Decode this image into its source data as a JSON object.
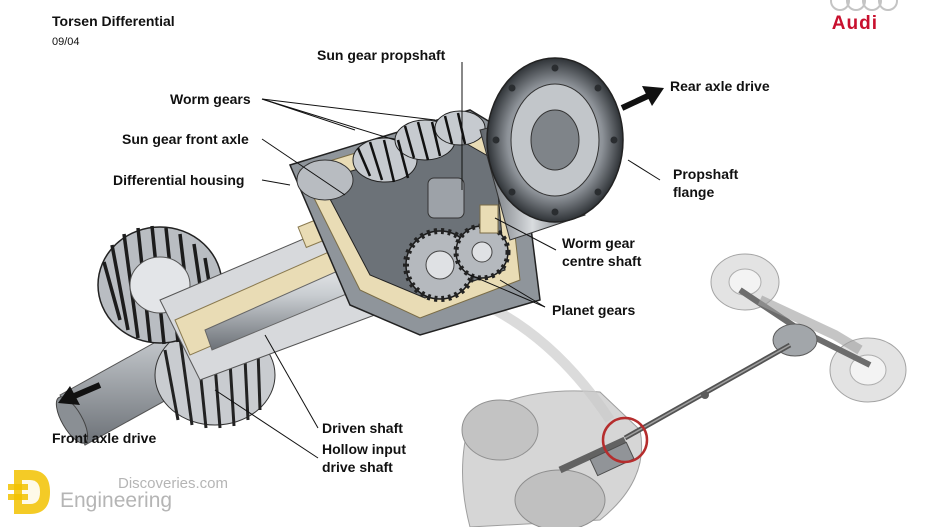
{
  "header": {
    "title": "Torsen Differential",
    "date": "09/04",
    "brand": "Audi"
  },
  "labels": {
    "sun_gear_propshaft": "Sun gear propshaft",
    "worm_gears": "Worm gears",
    "sun_gear_front_axle": "Sun gear front axle",
    "differential_housing": "Differential housing",
    "rear_axle_drive": "Rear axle drive",
    "propshaft_flange_1": "Propshaft",
    "propshaft_flange_2": "flange",
    "worm_gear_centre_1": "Worm gear",
    "worm_gear_centre_2": "centre shaft",
    "planet_gears": "Planet gears",
    "driven_shaft": "Driven shaft",
    "hollow_input_1": "Hollow input",
    "hollow_input_2": "drive shaft",
    "front_axle_drive": "Front axle drive"
  },
  "watermark": {
    "line1": "Discoveries.com",
    "line2": "Engineering"
  },
  "colors": {
    "brand_red": "#c8102e",
    "housing_tan": "#e9dcb5",
    "steel": "#a8adb3",
    "highlight_ring": "#b22222"
  }
}
